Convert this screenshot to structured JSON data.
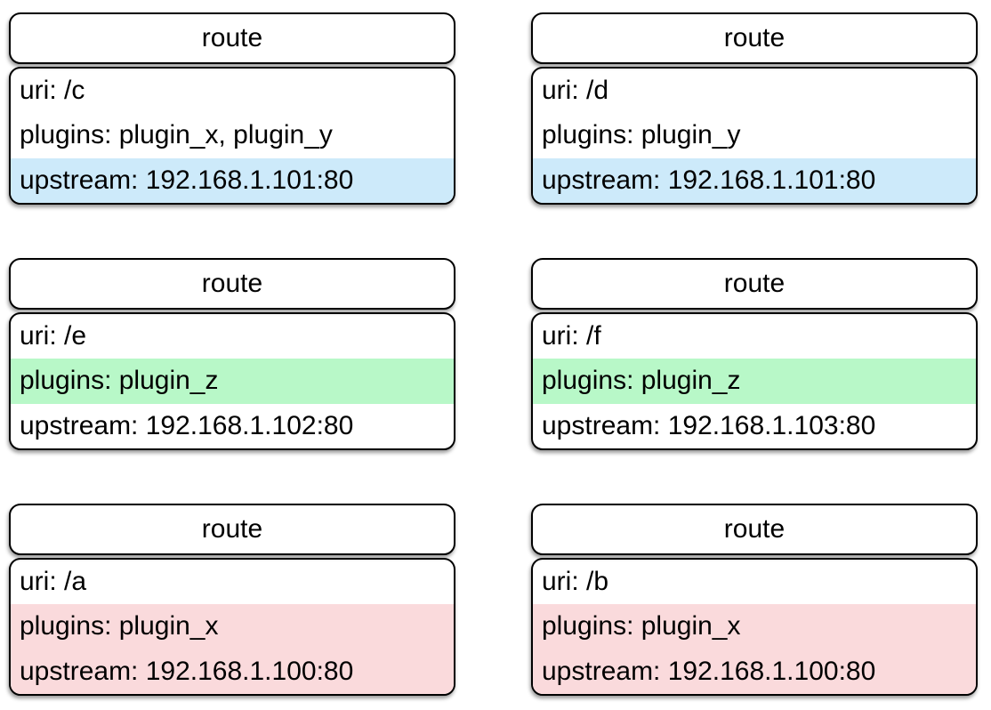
{
  "highlight_colors": {
    "none": "transparent",
    "blue": "#cdeafa",
    "green": "#b8f8c8",
    "pink": "#fadadc"
  },
  "cards": [
    {
      "title": "route",
      "lines": [
        {
          "text": "uri: /c",
          "highlight": "none"
        },
        {
          "text": "plugins: plugin_x, plugin_y",
          "highlight": "none"
        },
        {
          "text": "upstream: 192.168.1.101:80",
          "highlight": "blue"
        }
      ]
    },
    {
      "title": "route",
      "lines": [
        {
          "text": "uri: /d",
          "highlight": "none"
        },
        {
          "text": "plugins: plugin_y",
          "highlight": "none"
        },
        {
          "text": "upstream: 192.168.1.101:80",
          "highlight": "blue"
        }
      ]
    },
    {
      "title": "route",
      "lines": [
        {
          "text": "uri: /e",
          "highlight": "none"
        },
        {
          "text": "plugins: plugin_z",
          "highlight": "green"
        },
        {
          "text": "upstream: 192.168.1.102:80",
          "highlight": "none"
        }
      ]
    },
    {
      "title": "route",
      "lines": [
        {
          "text": "uri: /f",
          "highlight": "none"
        },
        {
          "text": "plugins: plugin_z",
          "highlight": "green"
        },
        {
          "text": "upstream: 192.168.1.103:80",
          "highlight": "none"
        }
      ]
    },
    {
      "title": "route",
      "lines": [
        {
          "text": "uri: /a",
          "highlight": "none"
        },
        {
          "text": "plugins: plugin_x",
          "highlight": "pink"
        },
        {
          "text": "upstream: 192.168.1.100:80",
          "highlight": "pink"
        }
      ]
    },
    {
      "title": "route",
      "lines": [
        {
          "text": "uri: /b",
          "highlight": "none"
        },
        {
          "text": "plugins: plugin_x",
          "highlight": "pink"
        },
        {
          "text": "upstream: 192.168.1.100:80",
          "highlight": "pink"
        }
      ]
    }
  ]
}
